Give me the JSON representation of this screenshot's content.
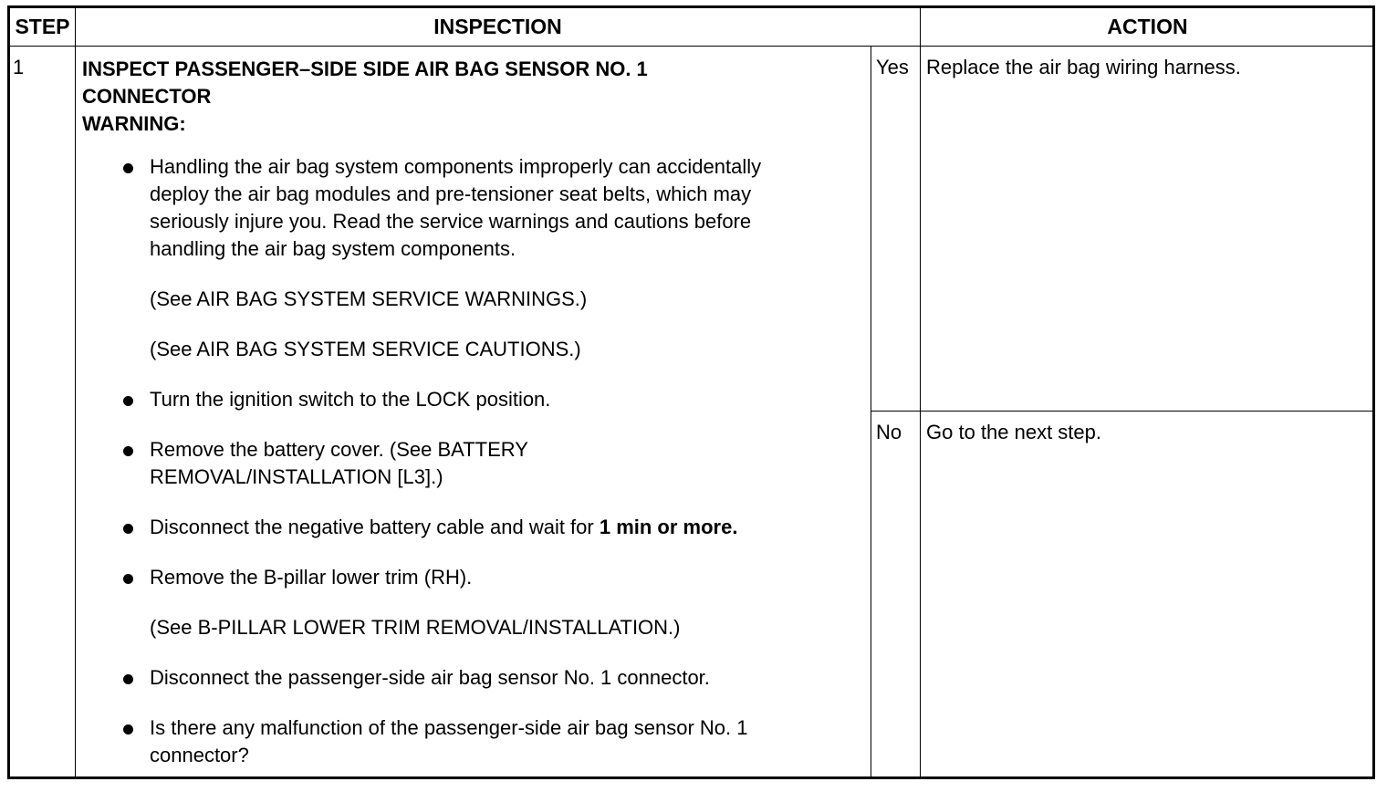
{
  "header": {
    "step": "STEP",
    "inspection": "INSPECTION",
    "action": "ACTION"
  },
  "step": {
    "number": "1",
    "title_line1": "INSPECT PASSENGER–SIDE SIDE AIR BAG SENSOR NO. 1",
    "title_line2": "CONNECTOR",
    "warning_label": "WARNING:",
    "items": [
      "Handling the air bag system components improperly can accidentally deploy the air bag modules and pre-tensioner seat belts, which may seriously injure you. Read the service warnings and cautions before handling the air bag system components.",
      "(See AIR BAG SYSTEM SERVICE WARNINGS.)",
      "(See AIR BAG SYSTEM SERVICE CAUTIONS.)",
      "Turn the ignition switch to the LOCK position.",
      "Remove the battery cover. (See BATTERY REMOVAL/INSTALLATION [L3].)",
      "Disconnect the negative battery cable and wait for",
      "1 min or more.",
      "Remove the B-pillar lower trim (RH).",
      "(See B-PILLAR LOWER TRIM REMOVAL/INSTALLATION.)",
      "Disconnect the passenger-side air bag sensor No. 1 connector.",
      "Is there any malfunction of the passenger-side air bag sensor No. 1 connector?"
    ],
    "yes_label": "Yes",
    "yes_action": "Replace the air bag wiring harness.",
    "no_label": "No",
    "no_action": "Go to the next step."
  }
}
